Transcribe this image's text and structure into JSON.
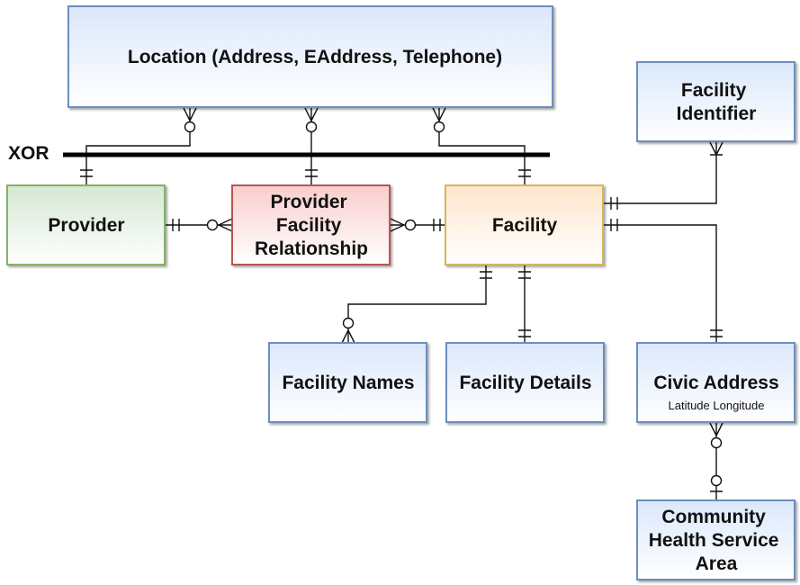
{
  "colors": {
    "blue_fill": "#dbe8fb",
    "blue_stroke": "#6c8ebf",
    "green_fill": "#d5e8d4",
    "green_stroke": "#82b366",
    "red_fill": "#f8cecc",
    "red_stroke": "#b85450",
    "orange_fill": "#ffe6cc",
    "orange_stroke": "#d6b656",
    "line": "#111111"
  },
  "xor_label": "XOR",
  "entities": {
    "location": {
      "lines": [
        "Location (Address, EAddress, Telephone)"
      ]
    },
    "facility_identifier": {
      "lines": [
        "Facility",
        "Identifier"
      ]
    },
    "provider": {
      "lines": [
        "Provider"
      ]
    },
    "provider_facility_relationship": {
      "lines": [
        "Provider",
        "Facility",
        "Relationship"
      ]
    },
    "facility": {
      "lines": [
        "Facility"
      ]
    },
    "facility_names": {
      "lines": [
        "Facility Names"
      ]
    },
    "facility_details": {
      "lines": [
        "Facility Details"
      ]
    },
    "civic_address": {
      "lines": [
        "Civic Address"
      ],
      "subtitle": "Latitude Longitude"
    },
    "community_health_service_area": {
      "lines": [
        "Community",
        "Health Service",
        "Area"
      ]
    }
  }
}
